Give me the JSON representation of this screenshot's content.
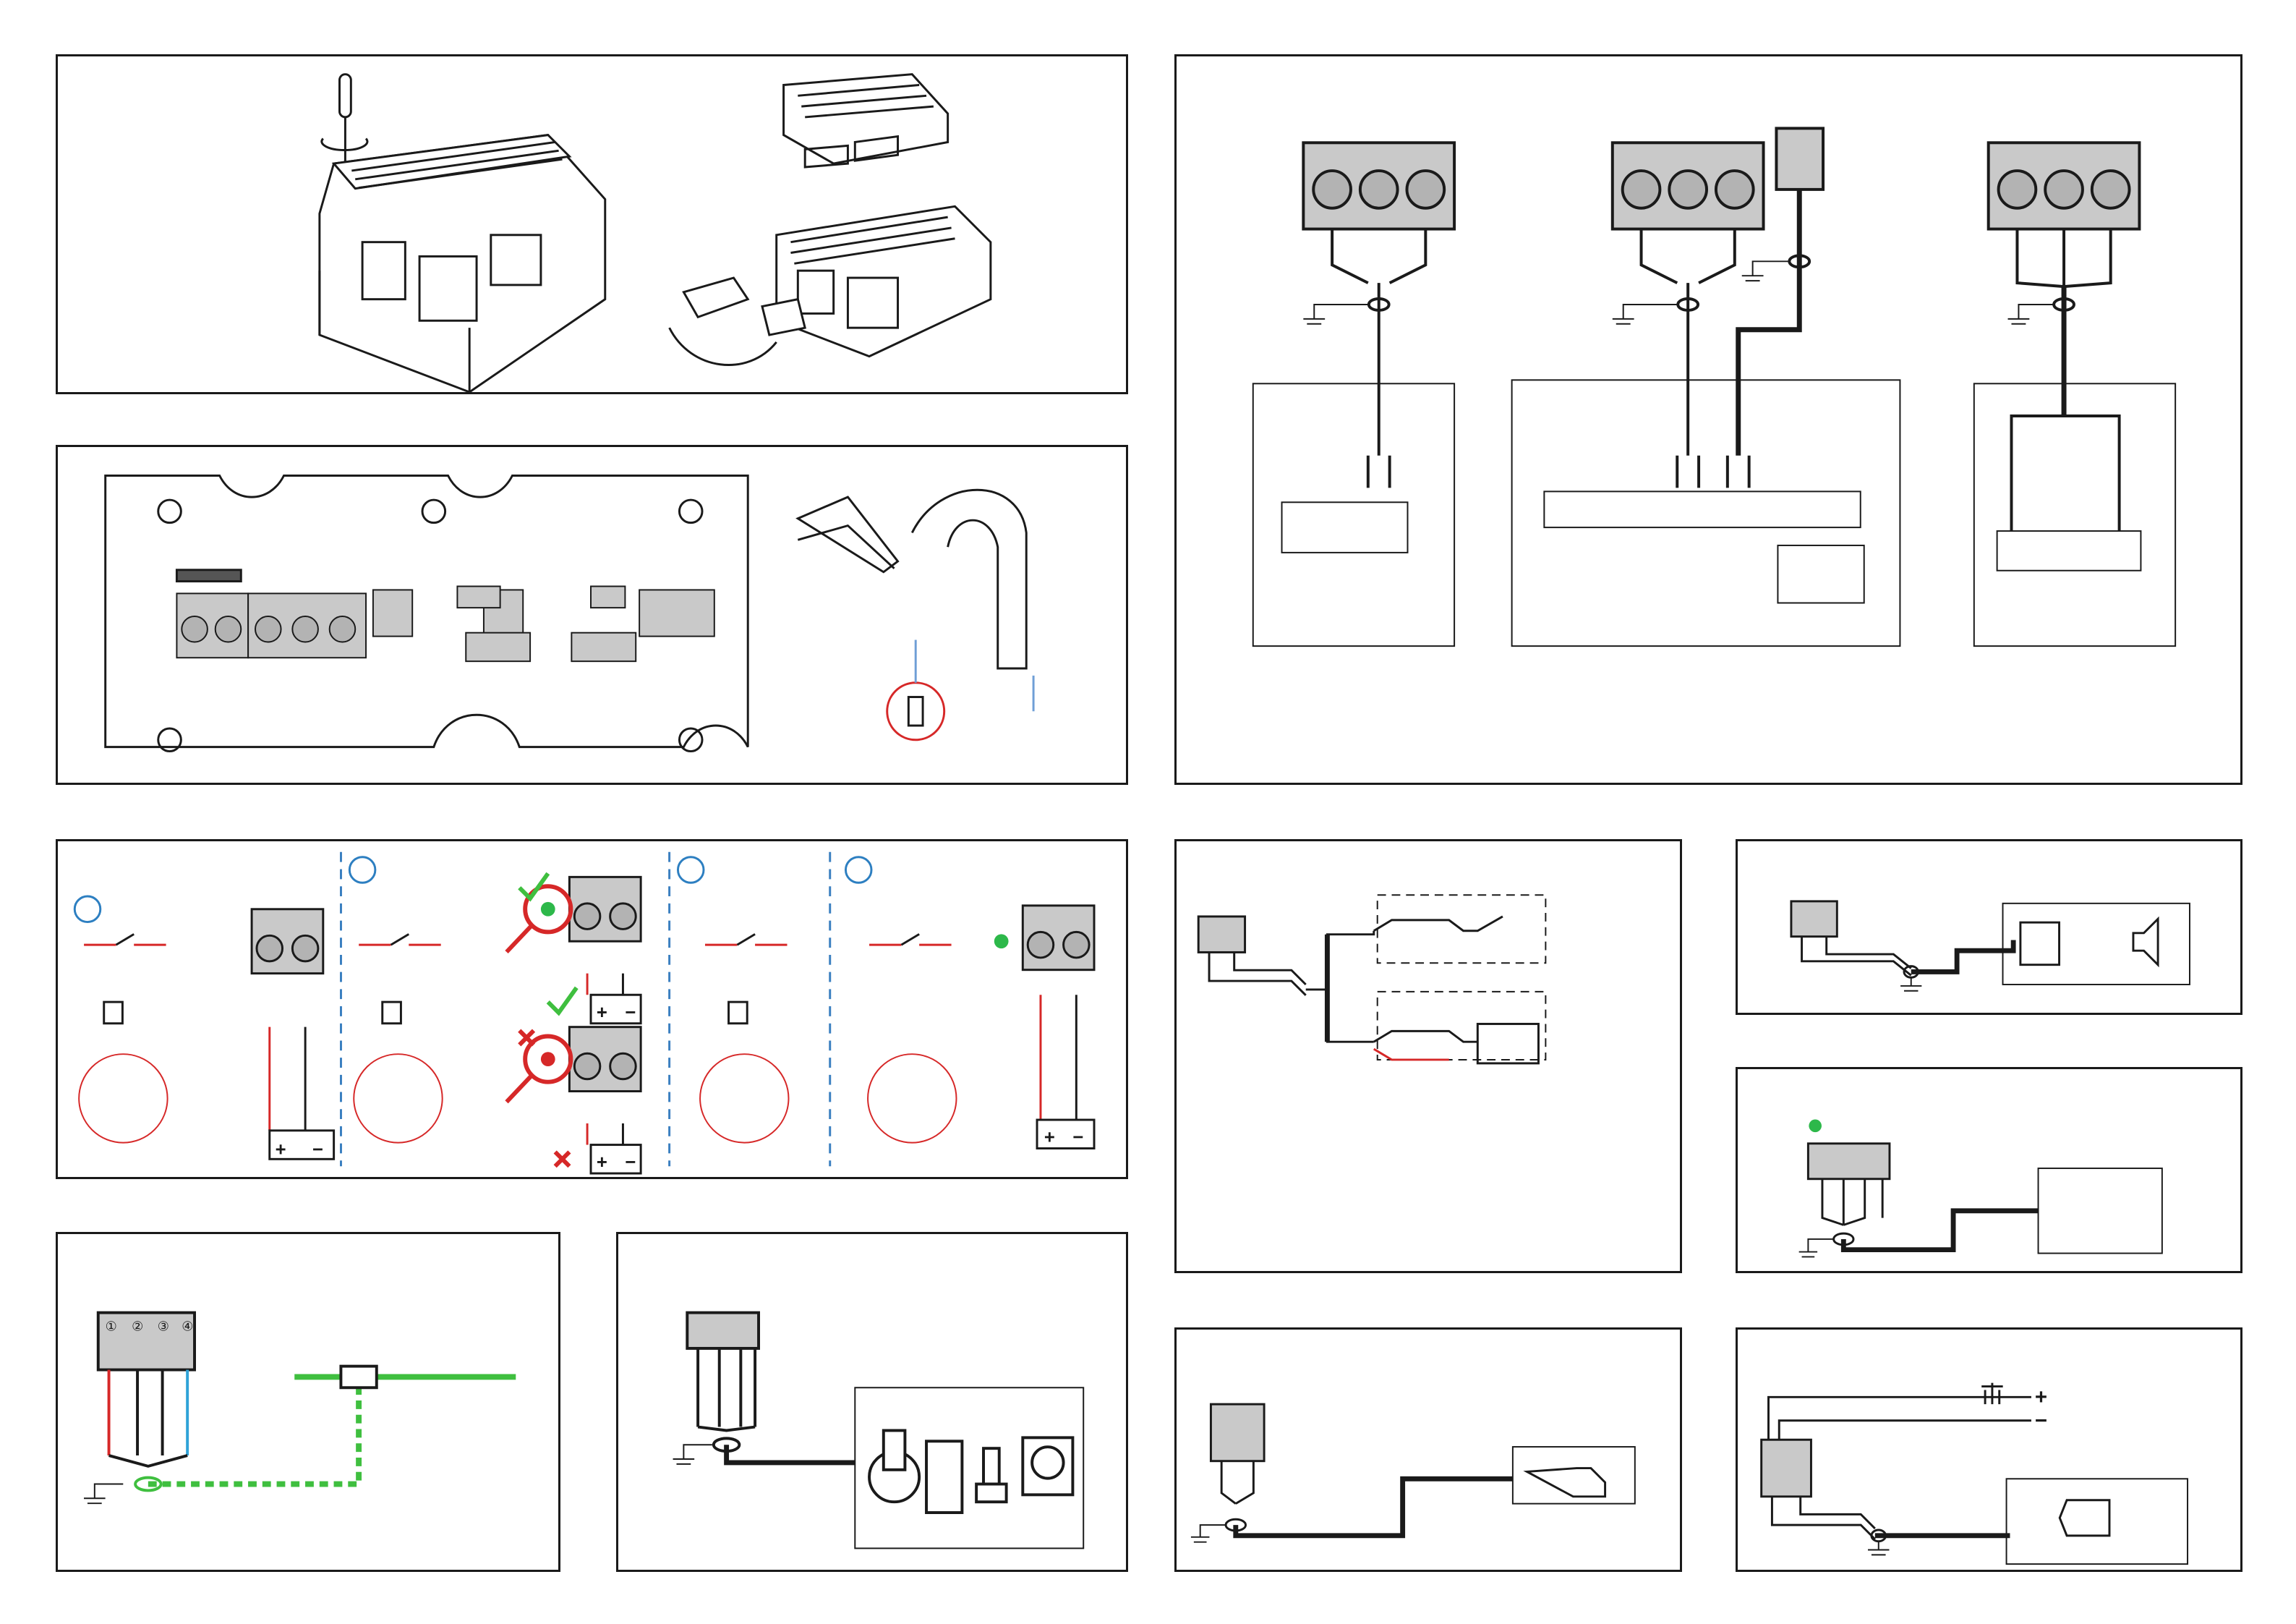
{
  "colors": {
    "line": "#1a1a1a",
    "wire_red": "#d62828",
    "wire_blue": "#2fa3d8",
    "wire_green": "#3fbf3f",
    "led_green": "#2db84a",
    "terminal_fill": "#c9c9c9",
    "step_circle": "#2d7fc1",
    "dash_blue": "#3a7fc0",
    "arrow_blue": "#6f9fd6",
    "magnifier_red": "#d62828"
  },
  "icons": [
    "screwdriver-icon",
    "rotate-arrow-icon",
    "terminal-block-icon",
    "ground-icon",
    "battery-icon",
    "fuse-icon",
    "switch-icon",
    "led-green-icon",
    "led-red-icon",
    "checkmark-icon",
    "cross-icon",
    "magnifier-icon",
    "relay-coil-icon",
    "horn-icon",
    "joystick-icon",
    "control-panel-icon",
    "cable-gland-icon",
    "wire-stripper-icon"
  ],
  "battery": {
    "plus": "+",
    "minus": "−"
  },
  "power": {
    "plus": "+",
    "minus": "−"
  },
  "terminal_marks": [
    "①",
    "②",
    "③",
    "④"
  ]
}
